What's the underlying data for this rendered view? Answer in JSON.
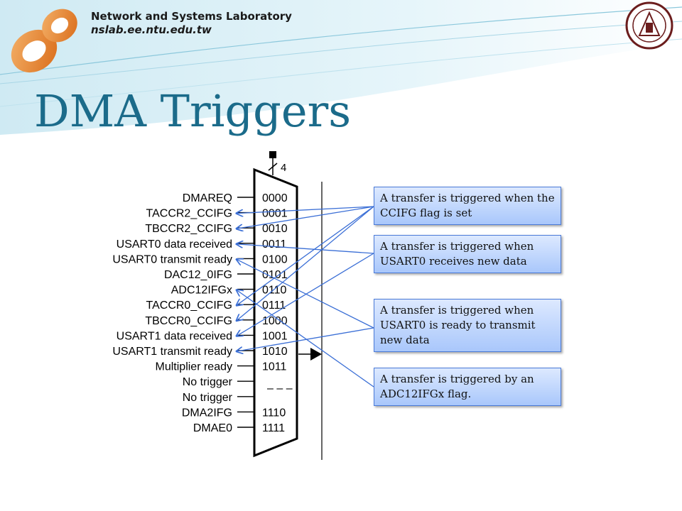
{
  "header": {
    "lab_name": "Network and Systems Laboratory",
    "lab_url": "nslab.ee.ntu.edu.tw"
  },
  "slide": {
    "title": "DMA Triggers"
  },
  "diagram": {
    "bus_width_label": "4",
    "triggers": [
      {
        "name": "DMAREQ",
        "code": "0000"
      },
      {
        "name": "TACCR2_CCIFG",
        "code": "0001"
      },
      {
        "name": "TBCCR2_CCIFG",
        "code": "0010"
      },
      {
        "name": "USART0 data received",
        "code": "0011"
      },
      {
        "name": "USART0 transmit ready",
        "code": "0100"
      },
      {
        "name": "DAC12_0IFG",
        "code": "0101"
      },
      {
        "name": "ADC12IFGx",
        "code": "0110"
      },
      {
        "name": "TACCR0_CCIFG",
        "code": "0111"
      },
      {
        "name": "TBCCR0_CCIFG",
        "code": "1000"
      },
      {
        "name": "USART1 data received",
        "code": "1001"
      },
      {
        "name": "USART1 transmit ready",
        "code": "1010"
      },
      {
        "name": "Multiplier ready",
        "code": "1011"
      },
      {
        "name": "No trigger",
        "code": ""
      },
      {
        "name": "No trigger",
        "code": ""
      },
      {
        "name": "DMA2IFG",
        "code": "1110"
      },
      {
        "name": "DMAE0",
        "code": "1111"
      }
    ],
    "reserved_label": "– – –",
    "callouts": [
      {
        "text": "A transfer is triggered when the CCIFG flag is set"
      },
      {
        "text": "A transfer is triggered when USART0 receives new data"
      },
      {
        "text": "A transfer is triggered when USART0 is ready to transmit new data"
      },
      {
        "text": "A transfer is triggered by an ADC12IFGx flag."
      }
    ]
  }
}
